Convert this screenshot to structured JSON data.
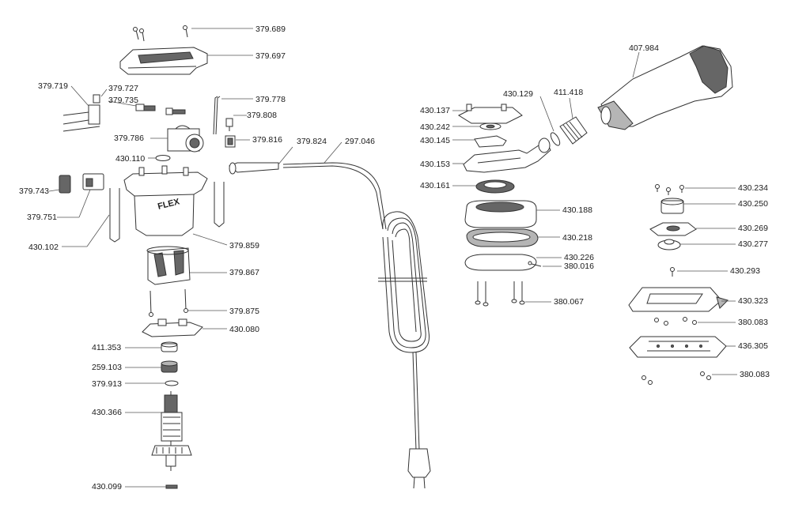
{
  "diagram": {
    "logo_text": "FLEX",
    "labels": {
      "p379689": "379.689",
      "p379697": "379.697",
      "p379719": "379.719",
      "p379727": "379.727",
      "p379735": "379.735",
      "p379778": "379.778",
      "p379808": "379.808",
      "p379786": "379.786",
      "p379816": "379.816",
      "p430110": "430.110",
      "p379824": "379.824",
      "p297046": "297.046",
      "p379743": "379.743",
      "p379751": "379.751",
      "p430102": "430.102",
      "p379859": "379.859",
      "p379867": "379.867",
      "p379875": "379.875",
      "p430080": "430.080",
      "p411353": "411.353",
      "p259103": "259.103",
      "p379913": "379.913",
      "p430366": "430.366",
      "p430099": "430.099",
      "p407984": "407.984",
      "p430129": "430.129",
      "p411418": "411.418",
      "p430137": "430.137",
      "p430242": "430.242",
      "p430145": "430.145",
      "p430153": "430.153",
      "p430161": "430.161",
      "p430188": "430.188",
      "p430218": "430.218",
      "p430226": "430.226",
      "p380016": "380.016",
      "p380067": "380.067",
      "p430234": "430.234",
      "p430250": "430.250",
      "p430269": "430.269",
      "p430277": "430.277",
      "p430293": "430.293",
      "p430323": "430.323",
      "p380083a": "380.083",
      "p436305": "436.305",
      "p380083b": "380.083"
    }
  }
}
